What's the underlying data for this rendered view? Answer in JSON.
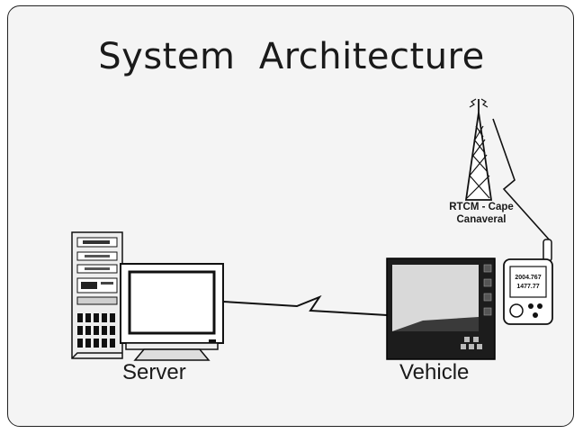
{
  "title": "System  Architecture",
  "labels": {
    "server": "Server",
    "vehicle": "Vehicle",
    "rtcm_line1": "RTCM - Cape",
    "rtcm_line2": "Canaveral"
  },
  "handheld_display": {
    "line1": "2004.767",
    "line2": "1477.77"
  },
  "icons": [
    "server-tower-icon",
    "monitor-icon",
    "radio-tower-icon",
    "vehicle-display-icon",
    "gps-receiver-icon",
    "wireless-link-icon"
  ],
  "colors": {
    "background": "#f4f4f4",
    "ink": "#1a1a1a",
    "screen": "#d9d9d9"
  }
}
